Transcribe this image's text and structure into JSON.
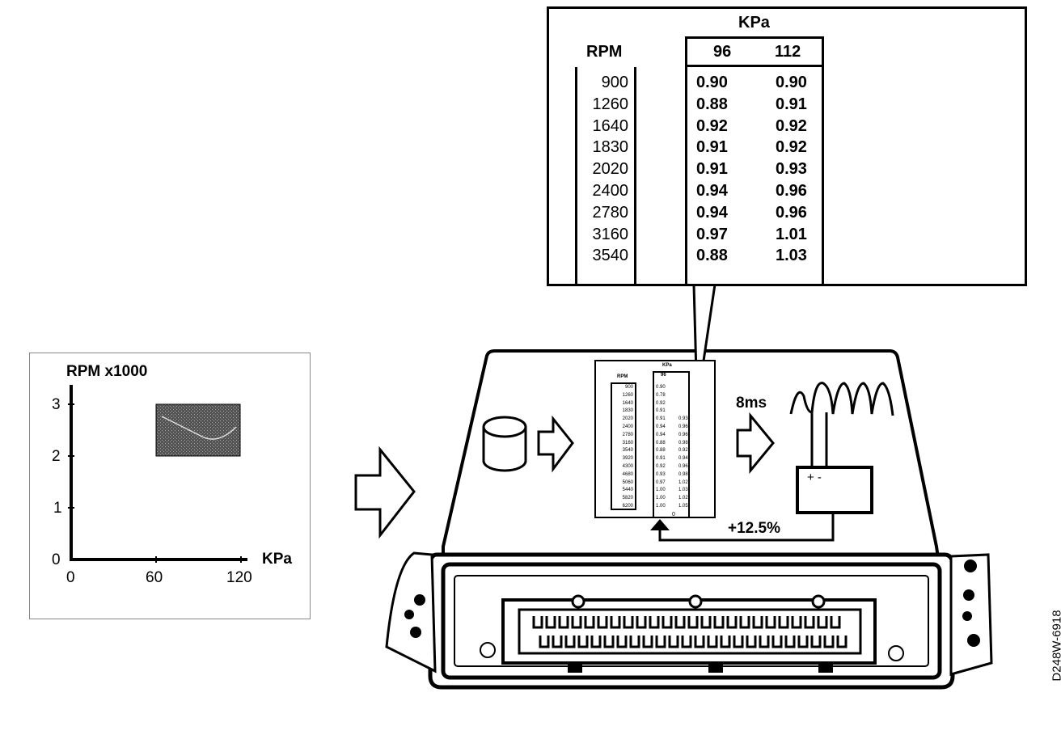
{
  "graph": {
    "y_title": "RPM x1000",
    "x_title": "KPa",
    "y_ticks": [
      "3",
      "2",
      "1",
      "0"
    ],
    "x_ticks": [
      "0",
      "60",
      "120"
    ],
    "highlight": {
      "x_range": [
        60,
        120
      ],
      "y_range": [
        2,
        3
      ]
    }
  },
  "zoom_table": {
    "kpa_title": "KPa",
    "rpm_header": "RPM",
    "col_headers": [
      "96",
      "112"
    ],
    "rows": [
      {
        "rpm": "900",
        "v96": "0.90",
        "v112": "0.90"
      },
      {
        "rpm": "1260",
        "v96": "0.88",
        "v112": "0.91"
      },
      {
        "rpm": "1640",
        "v96": "0.92",
        "v112": "0.92"
      },
      {
        "rpm": "1830",
        "v96": "0.91",
        "v112": "0.92"
      },
      {
        "rpm": "2020",
        "v96": "0.91",
        "v112": "0.93"
      },
      {
        "rpm": "2400",
        "v96": "0.94",
        "v112": "0.96"
      },
      {
        "rpm": "2780",
        "v96": "0.94",
        "v112": "0.96"
      },
      {
        "rpm": "3160",
        "v96": "0.97",
        "v112": "1.01"
      },
      {
        "rpm": "3540",
        "v96": "0.88",
        "v112": "1.03"
      }
    ]
  },
  "mini_table": {
    "kpa_title": "KPa",
    "rpm_header": "RPM",
    "col_header": "96",
    "rpm": [
      "900",
      "1260",
      "1640",
      "1830",
      "2020",
      "2400",
      "2780",
      "3160",
      "3540",
      "3920",
      "4300",
      "4680",
      "5060",
      "5440",
      "5820",
      "6200"
    ],
    "v96": [
      "0.90",
      "0.78",
      "0.92",
      "0.91",
      "0.91",
      "0.94",
      "0.94",
      "0.88",
      "0.88",
      "0.91",
      "0.92",
      "0.93",
      "0.97",
      "1.00",
      "1.00",
      "1.00"
    ],
    "v112": [
      "",
      "",
      "",
      "",
      "0.93",
      "0.96",
      "0.96",
      "0.98",
      "0.92",
      "0.94",
      "0.96",
      "0.98",
      "1.02",
      "1.03",
      "1.02",
      "1.05"
    ],
    "bottom_mark": "0"
  },
  "ecu": {
    "pulse_label": "8ms",
    "injector_polarity": "+ -",
    "correction_label": "+12.5%"
  },
  "figure_id": "D248W-6918"
}
